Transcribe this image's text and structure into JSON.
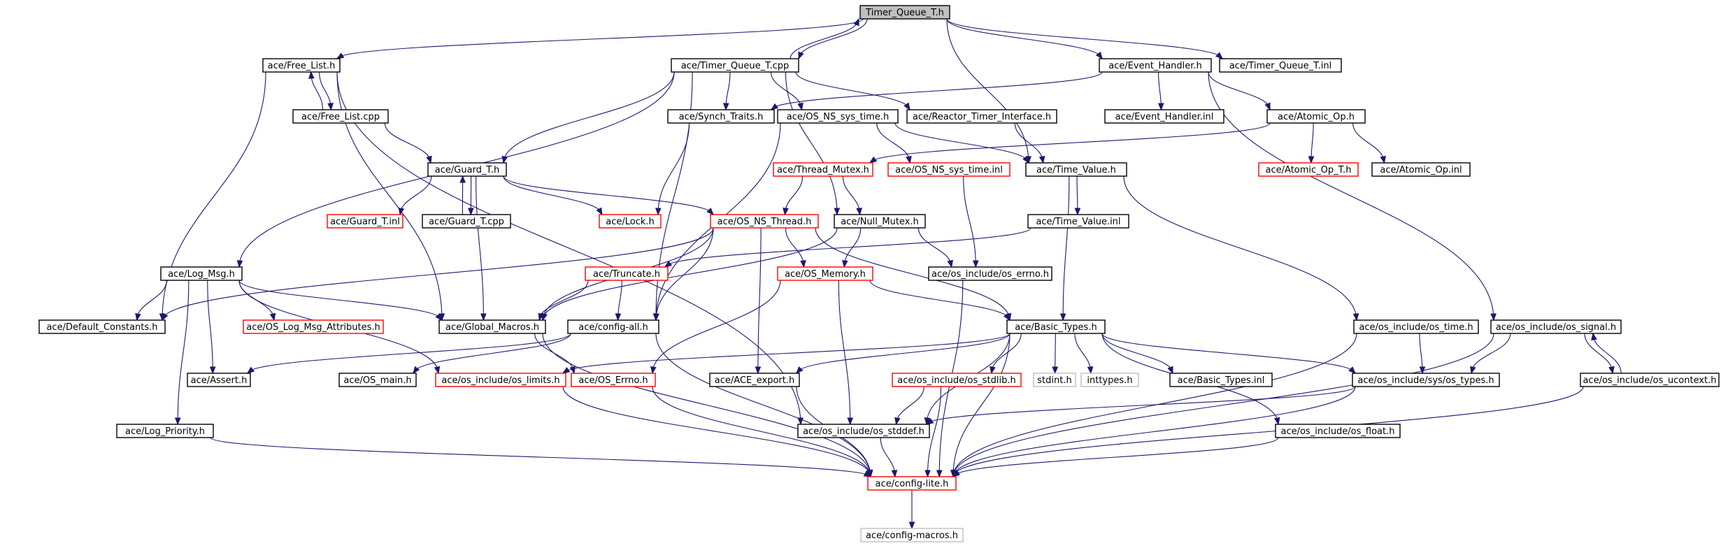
{
  "colors": {
    "edge": "#191970",
    "border_normal": "#000000",
    "border_truncated": "#ff0000",
    "border_external": "#bfbfbf",
    "fill_root": "#bfbfbf",
    "fill_default": "#ffffff"
  },
  "nodes": [
    {
      "id": "timer_queue_t_h",
      "label": "Timer_Queue_T.h",
      "kind": "root"
    },
    {
      "id": "free_list_h",
      "label": "ace/Free_List.h",
      "kind": "normal"
    },
    {
      "id": "timer_queue_t_cpp",
      "label": "ace/Timer_Queue_T.cpp",
      "kind": "normal"
    },
    {
      "id": "event_handler_h",
      "label": "ace/Event_Handler.h",
      "kind": "normal"
    },
    {
      "id": "timer_queue_t_inl",
      "label": "ace/Timer_Queue_T.inl",
      "kind": "normal"
    },
    {
      "id": "free_list_cpp",
      "label": "ace/Free_List.cpp",
      "kind": "normal"
    },
    {
      "id": "synch_traits_h",
      "label": "ace/Synch_Traits.h",
      "kind": "normal"
    },
    {
      "id": "os_ns_sys_time_h",
      "label": "ace/OS_NS_sys_time.h",
      "kind": "normal"
    },
    {
      "id": "reactor_timer_interface_h",
      "label": "ace/Reactor_Timer_Interface.h",
      "kind": "normal"
    },
    {
      "id": "event_handler_inl",
      "label": "ace/Event_Handler.inl",
      "kind": "normal"
    },
    {
      "id": "atomic_op_h",
      "label": "ace/Atomic_Op.h",
      "kind": "normal"
    },
    {
      "id": "guard_t_h",
      "label": "ace/Guard_T.h",
      "kind": "normal"
    },
    {
      "id": "thread_mutex_h",
      "label": "ace/Thread_Mutex.h",
      "kind": "truncated"
    },
    {
      "id": "os_ns_sys_time_inl",
      "label": "ace/OS_NS_sys_time.inl",
      "kind": "truncated"
    },
    {
      "id": "time_value_h",
      "label": "ace/Time_Value.h",
      "kind": "normal"
    },
    {
      "id": "atomic_op_t_h",
      "label": "ace/Atomic_Op_T.h",
      "kind": "truncated"
    },
    {
      "id": "atomic_op_inl",
      "label": "ace/Atomic_Op.inl",
      "kind": "normal"
    },
    {
      "id": "guard_t_inl",
      "label": "ace/Guard_T.inl",
      "kind": "truncated"
    },
    {
      "id": "guard_t_cpp",
      "label": "ace/Guard_T.cpp",
      "kind": "normal"
    },
    {
      "id": "lock_h",
      "label": "ace/Lock.h",
      "kind": "truncated"
    },
    {
      "id": "os_ns_thread_h",
      "label": "ace/OS_NS_Thread.h",
      "kind": "truncated"
    },
    {
      "id": "null_mutex_h",
      "label": "ace/Null_Mutex.h",
      "kind": "normal"
    },
    {
      "id": "time_value_inl",
      "label": "ace/Time_Value.inl",
      "kind": "normal"
    },
    {
      "id": "log_msg_h",
      "label": "ace/Log_Msg.h",
      "kind": "normal"
    },
    {
      "id": "truncate_h",
      "label": "ace/Truncate.h",
      "kind": "truncated"
    },
    {
      "id": "os_memory_h",
      "label": "ace/OS_Memory.h",
      "kind": "truncated"
    },
    {
      "id": "os_errno_h",
      "label": "ace/os_include/os_errno.h",
      "kind": "normal"
    },
    {
      "id": "default_constants_h",
      "label": "ace/Default_Constants.h",
      "kind": "normal"
    },
    {
      "id": "os_log_msg_attributes_h",
      "label": "ace/OS_Log_Msg_Attributes.h",
      "kind": "truncated"
    },
    {
      "id": "global_macros_h",
      "label": "ace/Global_Macros.h",
      "kind": "normal"
    },
    {
      "id": "config_all_h",
      "label": "ace/config-all.h",
      "kind": "normal"
    },
    {
      "id": "basic_types_h",
      "label": "ace/Basic_Types.h",
      "kind": "normal"
    },
    {
      "id": "os_time_h",
      "label": "ace/os_include/os_time.h",
      "kind": "normal"
    },
    {
      "id": "os_signal_h",
      "label": "ace/os_include/os_signal.h",
      "kind": "normal"
    },
    {
      "id": "assert_h",
      "label": "ace/Assert.h",
      "kind": "normal"
    },
    {
      "id": "os_main_h",
      "label": "ace/OS_main.h",
      "kind": "normal"
    },
    {
      "id": "os_limits_h",
      "label": "ace/os_include/os_limits.h",
      "kind": "truncated"
    },
    {
      "id": "os_errno_ace_h",
      "label": "ace/OS_Errno.h",
      "kind": "truncated"
    },
    {
      "id": "ace_export_h",
      "label": "ace/ACE_export.h",
      "kind": "normal"
    },
    {
      "id": "os_stdlib_h",
      "label": "ace/os_include/os_stdlib.h",
      "kind": "truncated"
    },
    {
      "id": "stdint_h",
      "label": "stdint.h",
      "kind": "external"
    },
    {
      "id": "inttypes_h",
      "label": "inttypes.h",
      "kind": "external"
    },
    {
      "id": "basic_types_inl",
      "label": "ace/Basic_Types.inl",
      "kind": "normal"
    },
    {
      "id": "sys_os_types_h",
      "label": "ace/os_include/sys/os_types.h",
      "kind": "normal"
    },
    {
      "id": "os_ucontext_h",
      "label": "ace/os_include/os_ucontext.h",
      "kind": "normal"
    },
    {
      "id": "log_priority_h",
      "label": "ace/Log_Priority.h",
      "kind": "normal"
    },
    {
      "id": "os_stddef_h",
      "label": "ace/os_include/os_stddef.h",
      "kind": "normal"
    },
    {
      "id": "os_float_h",
      "label": "ace/os_include/os_float.h",
      "kind": "normal"
    },
    {
      "id": "config_lite_h",
      "label": "ace/config-lite.h",
      "kind": "truncated"
    },
    {
      "id": "config_macros_h",
      "label": "ace/config-macros.h",
      "kind": "external"
    }
  ],
  "edges": [
    [
      "timer_queue_t_h",
      "free_list_h"
    ],
    [
      "timer_queue_t_h",
      "timer_queue_t_cpp"
    ],
    [
      "timer_queue_t_h",
      "event_handler_h"
    ],
    [
      "timer_queue_t_h",
      "timer_queue_t_inl"
    ],
    [
      "timer_queue_t_h",
      "time_value_h"
    ],
    [
      "timer_queue_t_cpp",
      "timer_queue_t_h"
    ],
    [
      "free_list_h",
      "free_list_cpp"
    ],
    [
      "free_list_cpp",
      "free_list_h"
    ],
    [
      "free_list_h",
      "default_constants_h"
    ],
    [
      "free_list_h",
      "global_macros_h"
    ],
    [
      "free_list_h",
      "os_stddef_h"
    ],
    [
      "free_list_cpp",
      "guard_t_h"
    ],
    [
      "timer_queue_t_cpp",
      "synch_traits_h"
    ],
    [
      "timer_queue_t_cpp",
      "os_ns_sys_time_h"
    ],
    [
      "timer_queue_t_cpp",
      "reactor_timer_interface_h"
    ],
    [
      "timer_queue_t_cpp",
      "guard_t_h"
    ],
    [
      "timer_queue_t_cpp",
      "log_msg_h"
    ],
    [
      "timer_queue_t_cpp",
      "null_mutex_h"
    ],
    [
      "timer_queue_t_cpp",
      "config_all_h"
    ],
    [
      "event_handler_h",
      "event_handler_inl"
    ],
    [
      "event_handler_h",
      "atomic_op_h"
    ],
    [
      "event_handler_h",
      "synch_traits_h"
    ],
    [
      "event_handler_h",
      "os_signal_h"
    ],
    [
      "atomic_op_h",
      "atomic_op_t_h"
    ],
    [
      "atomic_op_h",
      "atomic_op_inl"
    ],
    [
      "atomic_op_h",
      "thread_mutex_h"
    ],
    [
      "synch_traits_h",
      "lock_h"
    ],
    [
      "os_ns_sys_time_h",
      "time_value_h"
    ],
    [
      "os_ns_sys_time_h",
      "os_ns_sys_time_inl"
    ],
    [
      "os_ns_sys_time_h",
      "config_all_h"
    ],
    [
      "reactor_timer_interface_h",
      "time_value_h"
    ],
    [
      "guard_t_h",
      "guard_t_inl"
    ],
    [
      "guard_t_h",
      "guard_t_cpp"
    ],
    [
      "guard_t_cpp",
      "guard_t_h"
    ],
    [
      "guard_t_h",
      "lock_h"
    ],
    [
      "guard_t_h",
      "os_ns_thread_h"
    ],
    [
      "guard_t_h",
      "global_macros_h"
    ],
    [
      "thread_mutex_h",
      "os_ns_thread_h"
    ],
    [
      "thread_mutex_h",
      "null_mutex_h"
    ],
    [
      "os_ns_sys_time_inl",
      "os_errno_h"
    ],
    [
      "time_value_h",
      "time_value_inl"
    ],
    [
      "time_value_h",
      "basic_types_h"
    ],
    [
      "time_value_h",
      "os_time_h"
    ],
    [
      "time_value_inl",
      "truncate_h"
    ],
    [
      "os_ns_thread_h",
      "default_constants_h"
    ],
    [
      "os_ns_thread_h",
      "global_macros_h"
    ],
    [
      "os_ns_thread_h",
      "config_all_h"
    ],
    [
      "os_ns_thread_h",
      "os_memory_h"
    ],
    [
      "os_ns_thread_h",
      "ace_export_h"
    ],
    [
      "os_ns_thread_h",
      "basic_types_h"
    ],
    [
      "null_mutex_h",
      "os_memory_h"
    ],
    [
      "null_mutex_h",
      "os_errno_h"
    ],
    [
      "null_mutex_h",
      "global_macros_h"
    ],
    [
      "log_msg_h",
      "default_constants_h"
    ],
    [
      "log_msg_h",
      "os_log_msg_attributes_h"
    ],
    [
      "log_msg_h",
      "global_macros_h"
    ],
    [
      "log_msg_h",
      "assert_h"
    ],
    [
      "log_msg_h",
      "log_priority_h"
    ],
    [
      "log_msg_h",
      "os_limits_h"
    ],
    [
      "truncate_h",
      "global_macros_h"
    ],
    [
      "truncate_h",
      "config_all_h"
    ],
    [
      "os_memory_h",
      "os_errno_ace_h"
    ],
    [
      "os_memory_h",
      "basic_types_h"
    ],
    [
      "os_memory_h",
      "os_stddef_h"
    ],
    [
      "os_errno_h",
      "config_lite_h"
    ],
    [
      "global_macros_h",
      "os_errno_ace_h"
    ],
    [
      "global_macros_h",
      "config_lite_h"
    ],
    [
      "config_all_h",
      "os_main_h"
    ],
    [
      "config_all_h",
      "assert_h"
    ],
    [
      "config_all_h",
      "config_lite_h"
    ],
    [
      "basic_types_h",
      "os_limits_h"
    ],
    [
      "basic_types_h",
      "ace_export_h"
    ],
    [
      "basic_types_h",
      "os_stdlib_h"
    ],
    [
      "basic_types_h",
      "stdint_h"
    ],
    [
      "basic_types_h",
      "inttypes_h"
    ],
    [
      "basic_types_h",
      "basic_types_inl"
    ],
    [
      "basic_types_h",
      "sys_os_types_h"
    ],
    [
      "basic_types_h",
      "os_stddef_h"
    ],
    [
      "basic_types_h",
      "os_float_h"
    ],
    [
      "basic_types_h",
      "config_lite_h"
    ],
    [
      "os_time_h",
      "sys_os_types_h"
    ],
    [
      "os_time_h",
      "config_lite_h"
    ],
    [
      "os_signal_h",
      "sys_os_types_h"
    ],
    [
      "os_signal_h",
      "os_ucontext_h"
    ],
    [
      "os_signal_h",
      "config_lite_h"
    ],
    [
      "os_ucontext_h",
      "os_signal_h"
    ],
    [
      "os_ucontext_h",
      "config_lite_h"
    ],
    [
      "sys_os_types_h",
      "os_stddef_h"
    ],
    [
      "sys_os_types_h",
      "config_lite_h"
    ],
    [
      "ace_export_h",
      "config_lite_h"
    ],
    [
      "os_stdlib_h",
      "os_stddef_h"
    ],
    [
      "os_stdlib_h",
      "config_lite_h"
    ],
    [
      "os_limits_h",
      "config_lite_h"
    ],
    [
      "os_errno_ace_h",
      "config_lite_h"
    ],
    [
      "log_priority_h",
      "config_lite_h"
    ],
    [
      "os_stddef_h",
      "config_lite_h"
    ],
    [
      "os_float_h",
      "config_lite_h"
    ],
    [
      "config_lite_h",
      "config_macros_h"
    ]
  ]
}
